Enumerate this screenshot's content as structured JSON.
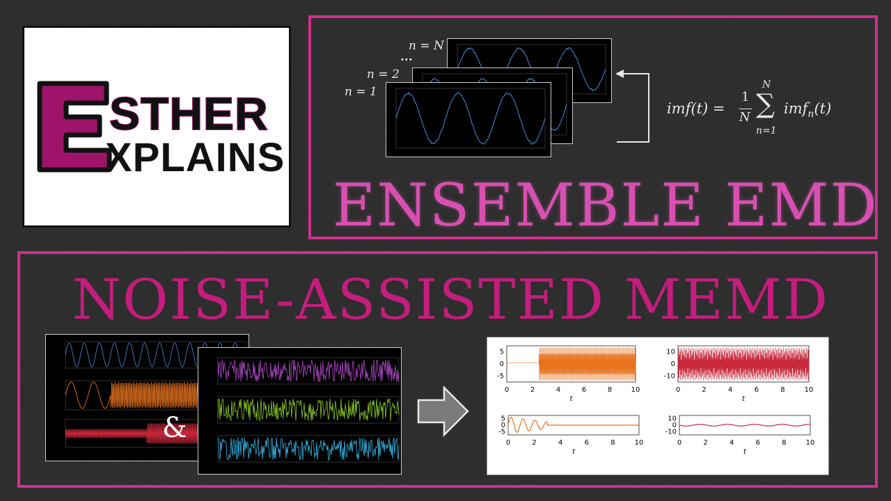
{
  "logo": {
    "line1": "STHER",
    "line2": "XPLAINS",
    "letter": "E"
  },
  "top": {
    "title": "ENSEMBLE EMD",
    "labels": [
      "n = N",
      "...",
      "n = 2",
      "n = 1"
    ],
    "formula": {
      "lhs": "imf(t) =",
      "frac_num": "1",
      "frac_den": "N",
      "sum_top": "N",
      "sum_bottom": "n=1",
      "sum_sym": "∑",
      "rhs": "imf",
      "rhs_sub": "n",
      "rhs_tail": "(t)"
    }
  },
  "bottom": {
    "title": "NOISE-ASSISTED MEMD",
    "amp": "&"
  },
  "results": {
    "panels": [
      {
        "yticks": [
          "5",
          "0",
          "-5"
        ],
        "xticks": [
          "0",
          "2",
          "4",
          "6",
          "8",
          "10"
        ],
        "xlabel": "t",
        "color": "#e8731e"
      },
      {
        "yticks": [
          "10",
          "0",
          "-10"
        ],
        "xticks": [
          "0",
          "2",
          "4",
          "6",
          "8",
          "10"
        ],
        "xlabel": "t",
        "color": "#c8283a"
      },
      {
        "yticks": [
          "5",
          "0",
          "-5"
        ],
        "xticks": [
          "0",
          "2",
          "4",
          "6",
          "8",
          "10"
        ],
        "xlabel": "t",
        "color": "#e8731e"
      },
      {
        "yticks": [
          "10",
          "0",
          "-10"
        ],
        "xticks": [
          "0",
          "2",
          "4",
          "6",
          "8",
          "10"
        ],
        "xlabel": "t",
        "color": "#c8283a"
      }
    ]
  },
  "colors": {
    "pink": "#cf2f8f",
    "title_pink": "#d94fb1",
    "bottom_title": "#c41d7d",
    "sine": "#4a7fc0"
  }
}
